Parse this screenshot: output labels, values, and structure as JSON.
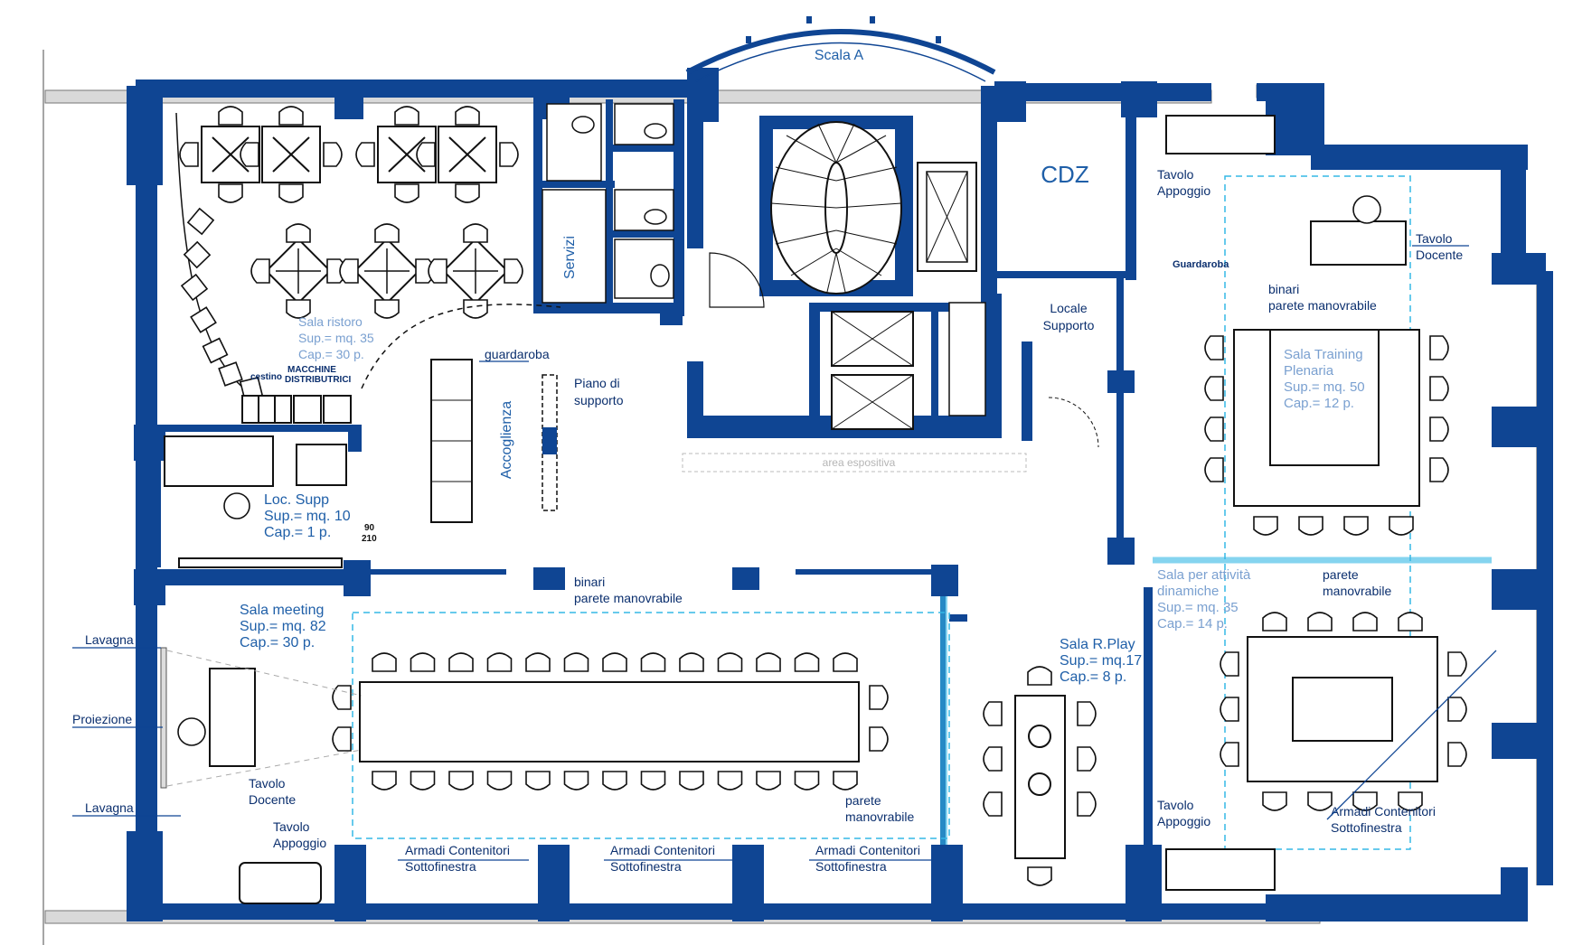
{
  "colors": {
    "wall": "#0f4593",
    "label": "#1f5fa8",
    "label_dark": "#0b2f6e",
    "dashed": "#35b8e6",
    "furniture": "#111111"
  },
  "stair": "Scala A",
  "cdz": "CDZ",
  "servizi": "Servizi",
  "guardaroba_top": "Guardaroba",
  "locale_supporto": [
    "Locale",
    "Supporto"
  ],
  "sala_ristoro": {
    "name": "Sala ristoro",
    "sup": "Sup.= mq. 35",
    "cap": "Cap.= 30 p."
  },
  "cestino": "cestino",
  "macchine": [
    "MACCHINE",
    "DISTRIBUTRICI"
  ],
  "guardaroba": "guardaroba",
  "accoglienza": "Accoglienza",
  "piano_supporto": [
    "Piano di",
    "supporto"
  ],
  "area_espositiva": "area espositiva",
  "loc_supp": {
    "name": "Loc. Supp",
    "sup": "Sup.= mq. 10",
    "cap": "Cap.= 1 p."
  },
  "door_dims": [
    "90",
    "210"
  ],
  "sala_training": {
    "name": "Sala Training",
    "name2": "Plenaria",
    "sup": "Sup.= mq. 50",
    "cap": "Cap.= 12 p."
  },
  "tavolo_appoggio": [
    "Tavolo",
    "Appoggio"
  ],
  "tavolo_docente": [
    "Tavolo",
    "Docente"
  ],
  "binari": [
    "binari",
    "parete manovrabile"
  ],
  "sala_attivita": {
    "name": "Sala per attività",
    "name2": "dinamiche",
    "sup": "Sup.= mq. 35",
    "cap": "Cap.= 14 p."
  },
  "parete_manovrabile": [
    "parete",
    "manovrabile"
  ],
  "sala_meeting": {
    "name": "Sala meeting",
    "sup": "Sup.= mq. 82",
    "cap": "Cap.= 30 p."
  },
  "lavagna": "Lavagna",
  "proiezione": "Proiezione",
  "sala_rplay": {
    "name": "Sala R.Play",
    "sup": "Sup.= mq.17",
    "cap": "Cap.= 8 p."
  },
  "armadi": [
    "Armadi Contenitori",
    "Sottofinestra"
  ]
}
